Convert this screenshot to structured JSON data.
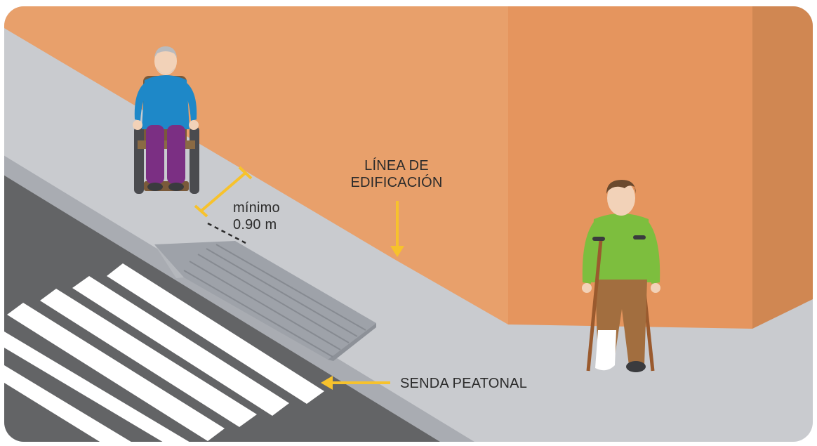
{
  "labels": {
    "building_line": [
      "LÍNEA DE",
      "EDIFICACIÓN"
    ],
    "minimum": [
      "mínimo",
      "0.90 m"
    ],
    "crosswalk": "SENDA PEATONAL"
  },
  "colors": {
    "wall_left": "#E8A06B",
    "wall_right": "#E5955E",
    "wall_edge": "#D08752",
    "sidewalk": "#C9CBCF",
    "sidewalk_edge": "#A9ACB2",
    "road": "#636466",
    "crosswalk_stripe": "#FFFFFF",
    "ramp": "#9EA2A9",
    "arrow": "#F7C22C",
    "shirt_blue": "#1E88C8",
    "pants_purple": "#7B2F83",
    "shirt_green": "#7DBE3E",
    "pants_brown": "#A26E3F",
    "crutch": "#9A5A2E"
  },
  "figures": {
    "left": "wheelchair-user-icon",
    "right": "crutches-user-icon"
  }
}
